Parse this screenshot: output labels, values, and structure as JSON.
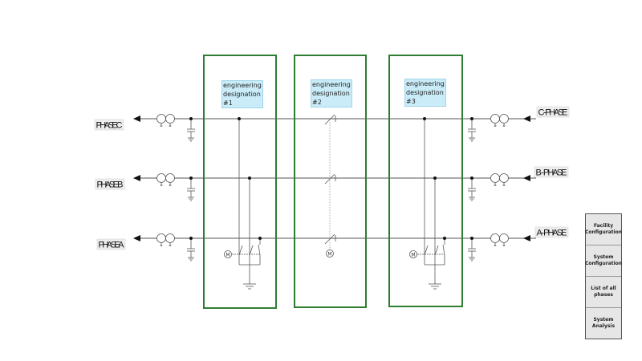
{
  "left_labels": {
    "c": "PHASE C",
    "b": "PHASE B",
    "a": "PHASE A"
  },
  "right_labels": {
    "c": "C - PHASE",
    "b": "B - PHASE",
    "a": "A - PHASE"
  },
  "designations": [
    {
      "line1": "engineering",
      "line2": "designation",
      "line3": "#1"
    },
    {
      "line1": "engineering",
      "line2": "designation",
      "line3": "#2"
    },
    {
      "line1": "engineering",
      "line2": "designation",
      "line3": "#3"
    }
  ],
  "motor_symbol": "M",
  "side_menu": [
    {
      "line1": "Facility",
      "line2": "Configuration"
    },
    {
      "line1": "System",
      "line2": "Configuration"
    },
    {
      "line1": "List of all",
      "line2": "phases"
    },
    {
      "line1": "System",
      "line2": "Analysis"
    }
  ],
  "colors": {
    "box_border": "#2e7d32",
    "label_bg": "#c9ecf8",
    "line": "#555555"
  }
}
